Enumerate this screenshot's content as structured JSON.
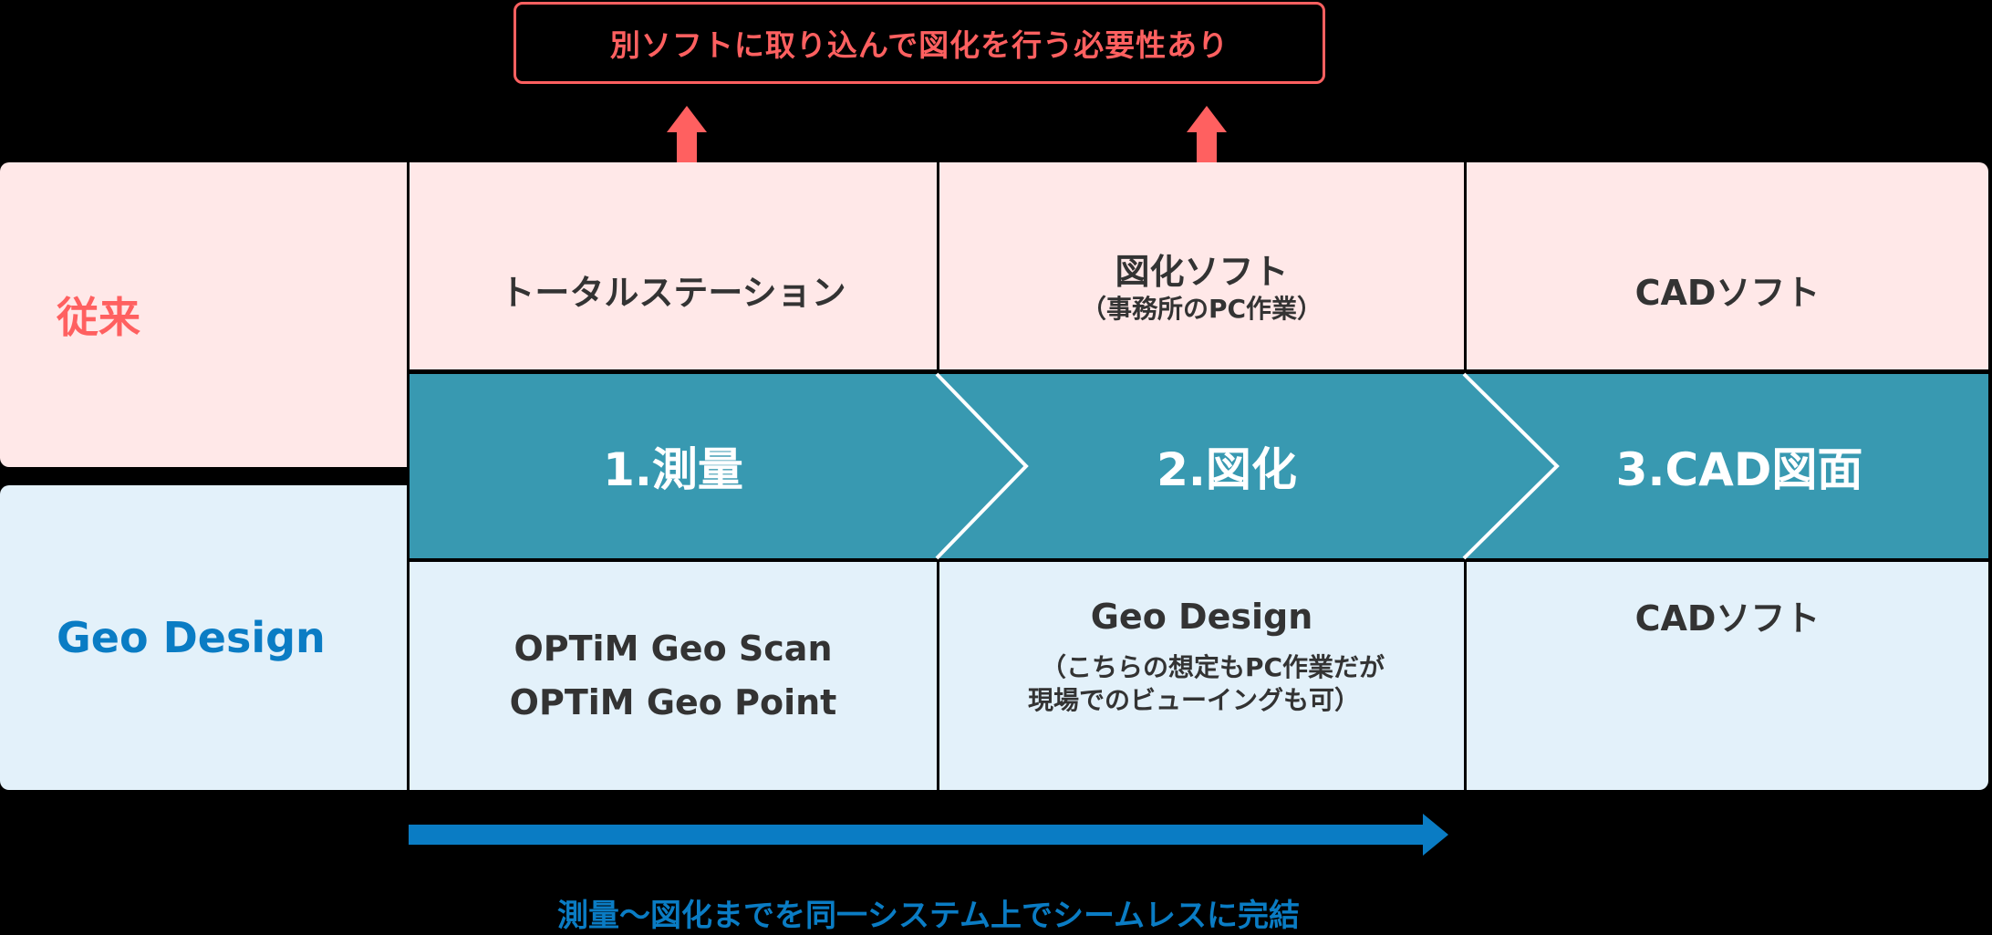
{
  "callout": {
    "text": "別ソフトに取り込んで図化を行う必要性あり",
    "color": "#FF6060"
  },
  "rows": {
    "conventional": {
      "label": "従来",
      "color": "#FF6060",
      "background": "#FFE8E8",
      "cells": [
        {
          "title": "トータルステーション",
          "sub": ""
        },
        {
          "title": "図化ソフト",
          "sub": "（事務所のPC作業）"
        },
        {
          "title": "CADソフト",
          "sub": ""
        }
      ]
    },
    "geo_design": {
      "label": "Geo Design",
      "color": "#0A7CC4",
      "background": "#E3F1FA",
      "cells": [
        {
          "lines": [
            "OPTiM Geo Scan",
            "OPTiM Geo Point"
          ]
        },
        {
          "title": "Geo Design",
          "sub_lines": [
            "（こちらの想定もPC作業だが",
            "現場でのビューイングも可）"
          ]
        },
        {
          "title": "CADソフト"
        }
      ]
    }
  },
  "steps": [
    {
      "label": "1.測量"
    },
    {
      "label": "2.図化"
    },
    {
      "label": "3.CAD図面"
    }
  ],
  "step_band_color": "#3899B1",
  "bottom_arrow": {
    "caption": "測量〜図化までを同一システム上でシームレスに完結",
    "color": "#0A7CC4"
  },
  "icons": {
    "up_arrows": [
      "up-arrow-icon",
      "up-arrow-icon"
    ],
    "right_arrow": "right-arrow-icon",
    "chevrons": [
      "chevron-right-icon",
      "chevron-right-icon"
    ]
  }
}
